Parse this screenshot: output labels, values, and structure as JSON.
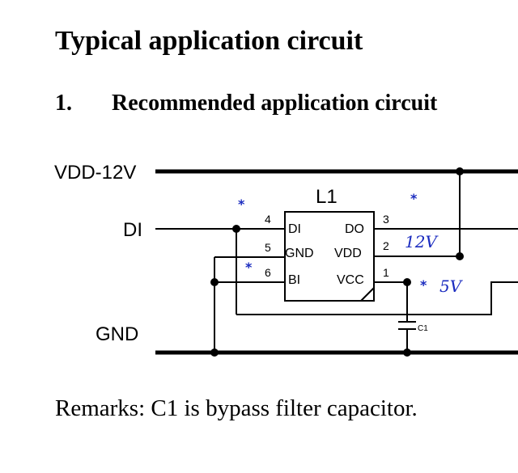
{
  "title": "Typical application circuit",
  "section": {
    "number": "1.",
    "title": "Recommended application circuit"
  },
  "remarks": "Remarks: C1 is bypass filter capacitor.",
  "circuit": {
    "ic_name": "L1",
    "rails": {
      "vdd": "VDD-12V",
      "di": "DI",
      "gnd": "GND"
    },
    "pins": [
      {
        "num": "4",
        "name": "DI"
      },
      {
        "num": "5",
        "name": "GND"
      },
      {
        "num": "6",
        "name": "BI"
      },
      {
        "num": "3",
        "name": "DO"
      },
      {
        "num": "2",
        "name": "VDD"
      },
      {
        "num": "1",
        "name": "VCC"
      }
    ],
    "capacitor": "C1",
    "annotations": {
      "v12": "12V",
      "v5": "5V",
      "star": "*"
    },
    "colors": {
      "wire": "#000000",
      "annotation": "#1a2bbf"
    }
  }
}
